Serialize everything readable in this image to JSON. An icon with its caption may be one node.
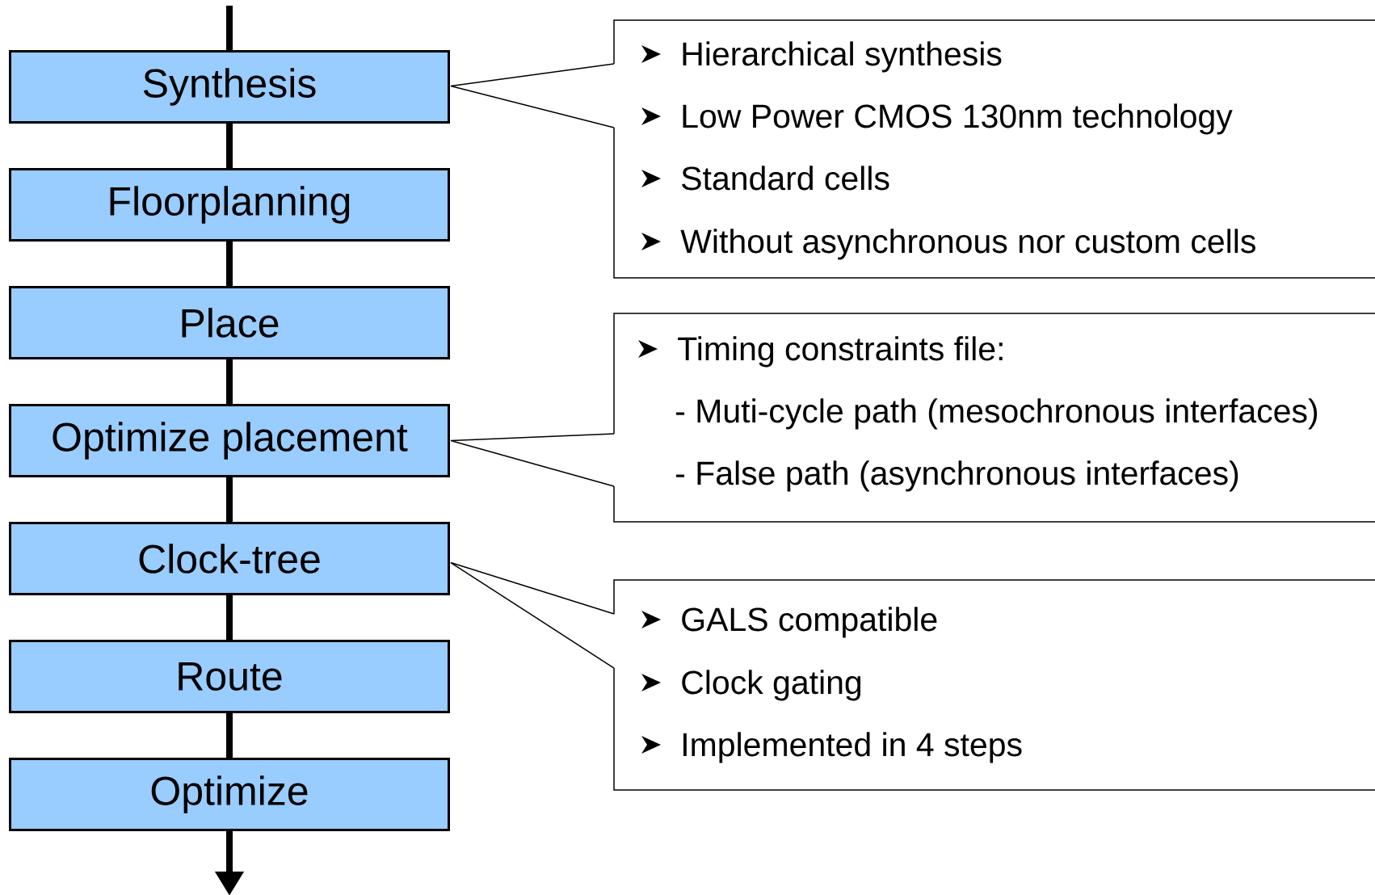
{
  "diagram": {
    "nodes": [
      {
        "text": [
          "Synthesis"
        ]
      },
      {
        "text": [
          "Floorplanning"
        ]
      },
      {
        "text": [
          "Place"
        ]
      },
      {
        "text": [
          "Optimize placement"
        ]
      },
      {
        "text": [
          "Clock-tree"
        ]
      },
      {
        "text": [
          "Route"
        ]
      },
      {
        "text": [
          "Optimize"
        ]
      },
      {
        "text": [
          "Hierarchical synthesis",
          "Low Power CMOS 130nm technology",
          "Standard cells",
          "Without asynchronous nor custom cells"
        ]
      },
      {
        "text": [
          "Timing constraints file:",
          "- Muti-cycle path (mesochronous interfaces)",
          "- False path (asynchronous interfaces)"
        ]
      },
      {
        "text": [
          "GALS compatible",
          "Clock gating",
          "Implemented in 4 steps"
        ]
      }
    ],
    "edges": [
      {
        "from": null,
        "to": 0,
        "arrow": "none"
      },
      {
        "from": 0,
        "to": 1,
        "arrow": "none"
      },
      {
        "from": 1,
        "to": 2,
        "arrow": "none"
      },
      {
        "from": 2,
        "to": 3,
        "arrow": "none"
      },
      {
        "from": 3,
        "to": 4,
        "arrow": "none"
      },
      {
        "from": 4,
        "to": 5,
        "arrow": "none"
      },
      {
        "from": 5,
        "to": 6,
        "arrow": "none"
      },
      {
        "from": 6,
        "to": null,
        "arrow": "to"
      },
      {
        "from": 7,
        "to": 0,
        "arrow": "none"
      },
      {
        "from": 8,
        "to": 3,
        "arrow": "none"
      },
      {
        "from": 9,
        "to": 4,
        "arrow": "none"
      }
    ]
  }
}
